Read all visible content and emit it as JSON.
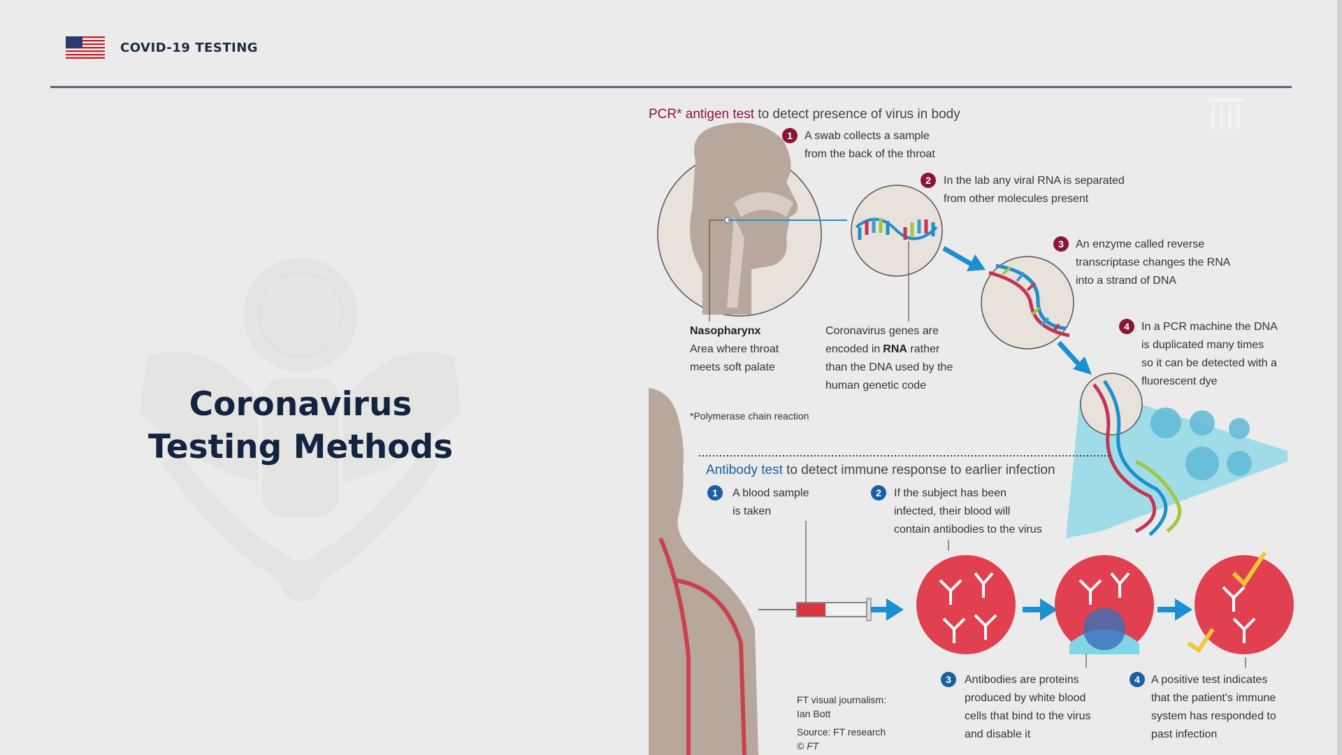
{
  "header": {
    "title": "COVID-19 TESTING",
    "flag_icon": "us-flag-icon"
  },
  "slide": {
    "title_line1": "Coronavirus",
    "title_line2": "Testing Methods"
  },
  "infographic": {
    "pcr": {
      "heading_highlight": "PCR* antigen test",
      "heading_rest": " to detect presence of virus in body",
      "steps": [
        {
          "n": "1",
          "lines": [
            "A swab collects a sample",
            "from the back of the throat"
          ]
        },
        {
          "n": "2",
          "lines": [
            "In the lab any viral RNA is separated",
            "from other molecules present"
          ]
        },
        {
          "n": "3",
          "lines": [
            "An enzyme called reverse",
            "transcriptase changes the RNA",
            "into a strand of DNA"
          ]
        },
        {
          "n": "4",
          "lines": [
            "In a PCR machine the DNA",
            "is duplicated many times",
            "so it can be detected with a",
            "fluorescent dye"
          ]
        }
      ],
      "nasopharynx_title": "Nasopharynx",
      "nasopharynx_lines": [
        "Area where throat",
        "meets soft palate"
      ],
      "genes_lines": [
        "Coronavirus genes are",
        "encoded in",
        "RNA",
        " rather",
        "than the DNA used by the",
        "human genetic code"
      ],
      "footnote": "*Polymerase chain reaction"
    },
    "antibody": {
      "heading_highlight": "Antibody test",
      "heading_rest": " to detect immune response to earlier infection",
      "steps": [
        {
          "n": "1",
          "lines": [
            "A blood sample",
            "is taken"
          ]
        },
        {
          "n": "2",
          "lines": [
            "If the subject has been",
            "infected, their blood will",
            "contain antibodies to the virus"
          ]
        },
        {
          "n": "3",
          "lines": [
            "Antibodies are proteins",
            "produced by white blood",
            "cells that bind to the virus",
            "and disable it"
          ]
        },
        {
          "n": "4",
          "lines": [
            "A positive test indicates",
            "that the patient's immune",
            "system has responded to",
            "past infection"
          ]
        }
      ]
    },
    "credits": [
      "FT visual journalism:",
      "Ian Bott",
      "Source: FT research",
      "© FT"
    ],
    "colors": {
      "pcr_accent": "#8a1538",
      "antibody_accent": "#1b5fa3",
      "arrow": "#1b8fcf",
      "red_cell": "#e04050"
    }
  }
}
